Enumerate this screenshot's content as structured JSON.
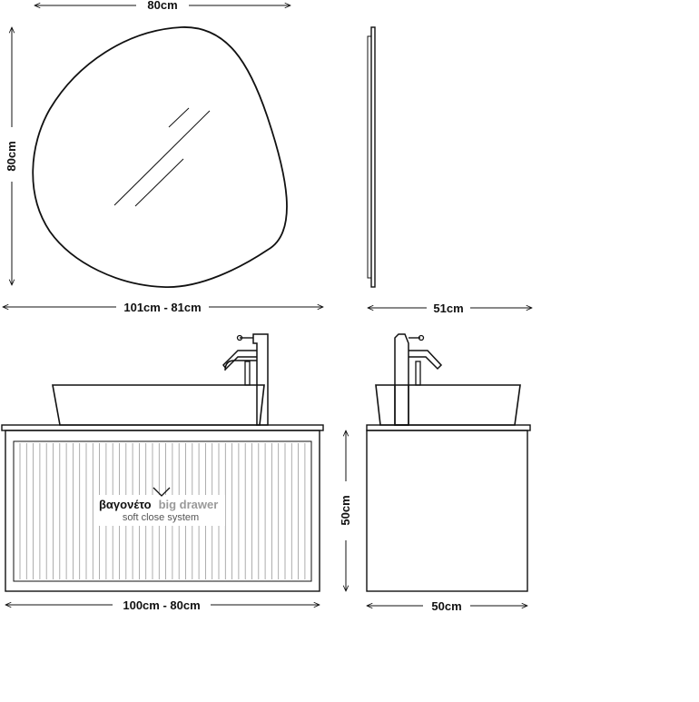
{
  "dimensions": {
    "mirror_width": "80cm",
    "mirror_height": "80cm",
    "top_width": "101cm - 81cm",
    "side_depth": "51cm",
    "cabinet_height": "50cm",
    "cabinet_width": "100cm - 80cm",
    "cabinet_depth": "50cm"
  },
  "drawer": {
    "label_greek": "βαγονέτο",
    "label_english": "big drawer",
    "subtitle": "soft close system"
  },
  "colors": {
    "line": "#111111",
    "accent_grey": "#9a9a9a",
    "background": "#ffffff"
  }
}
